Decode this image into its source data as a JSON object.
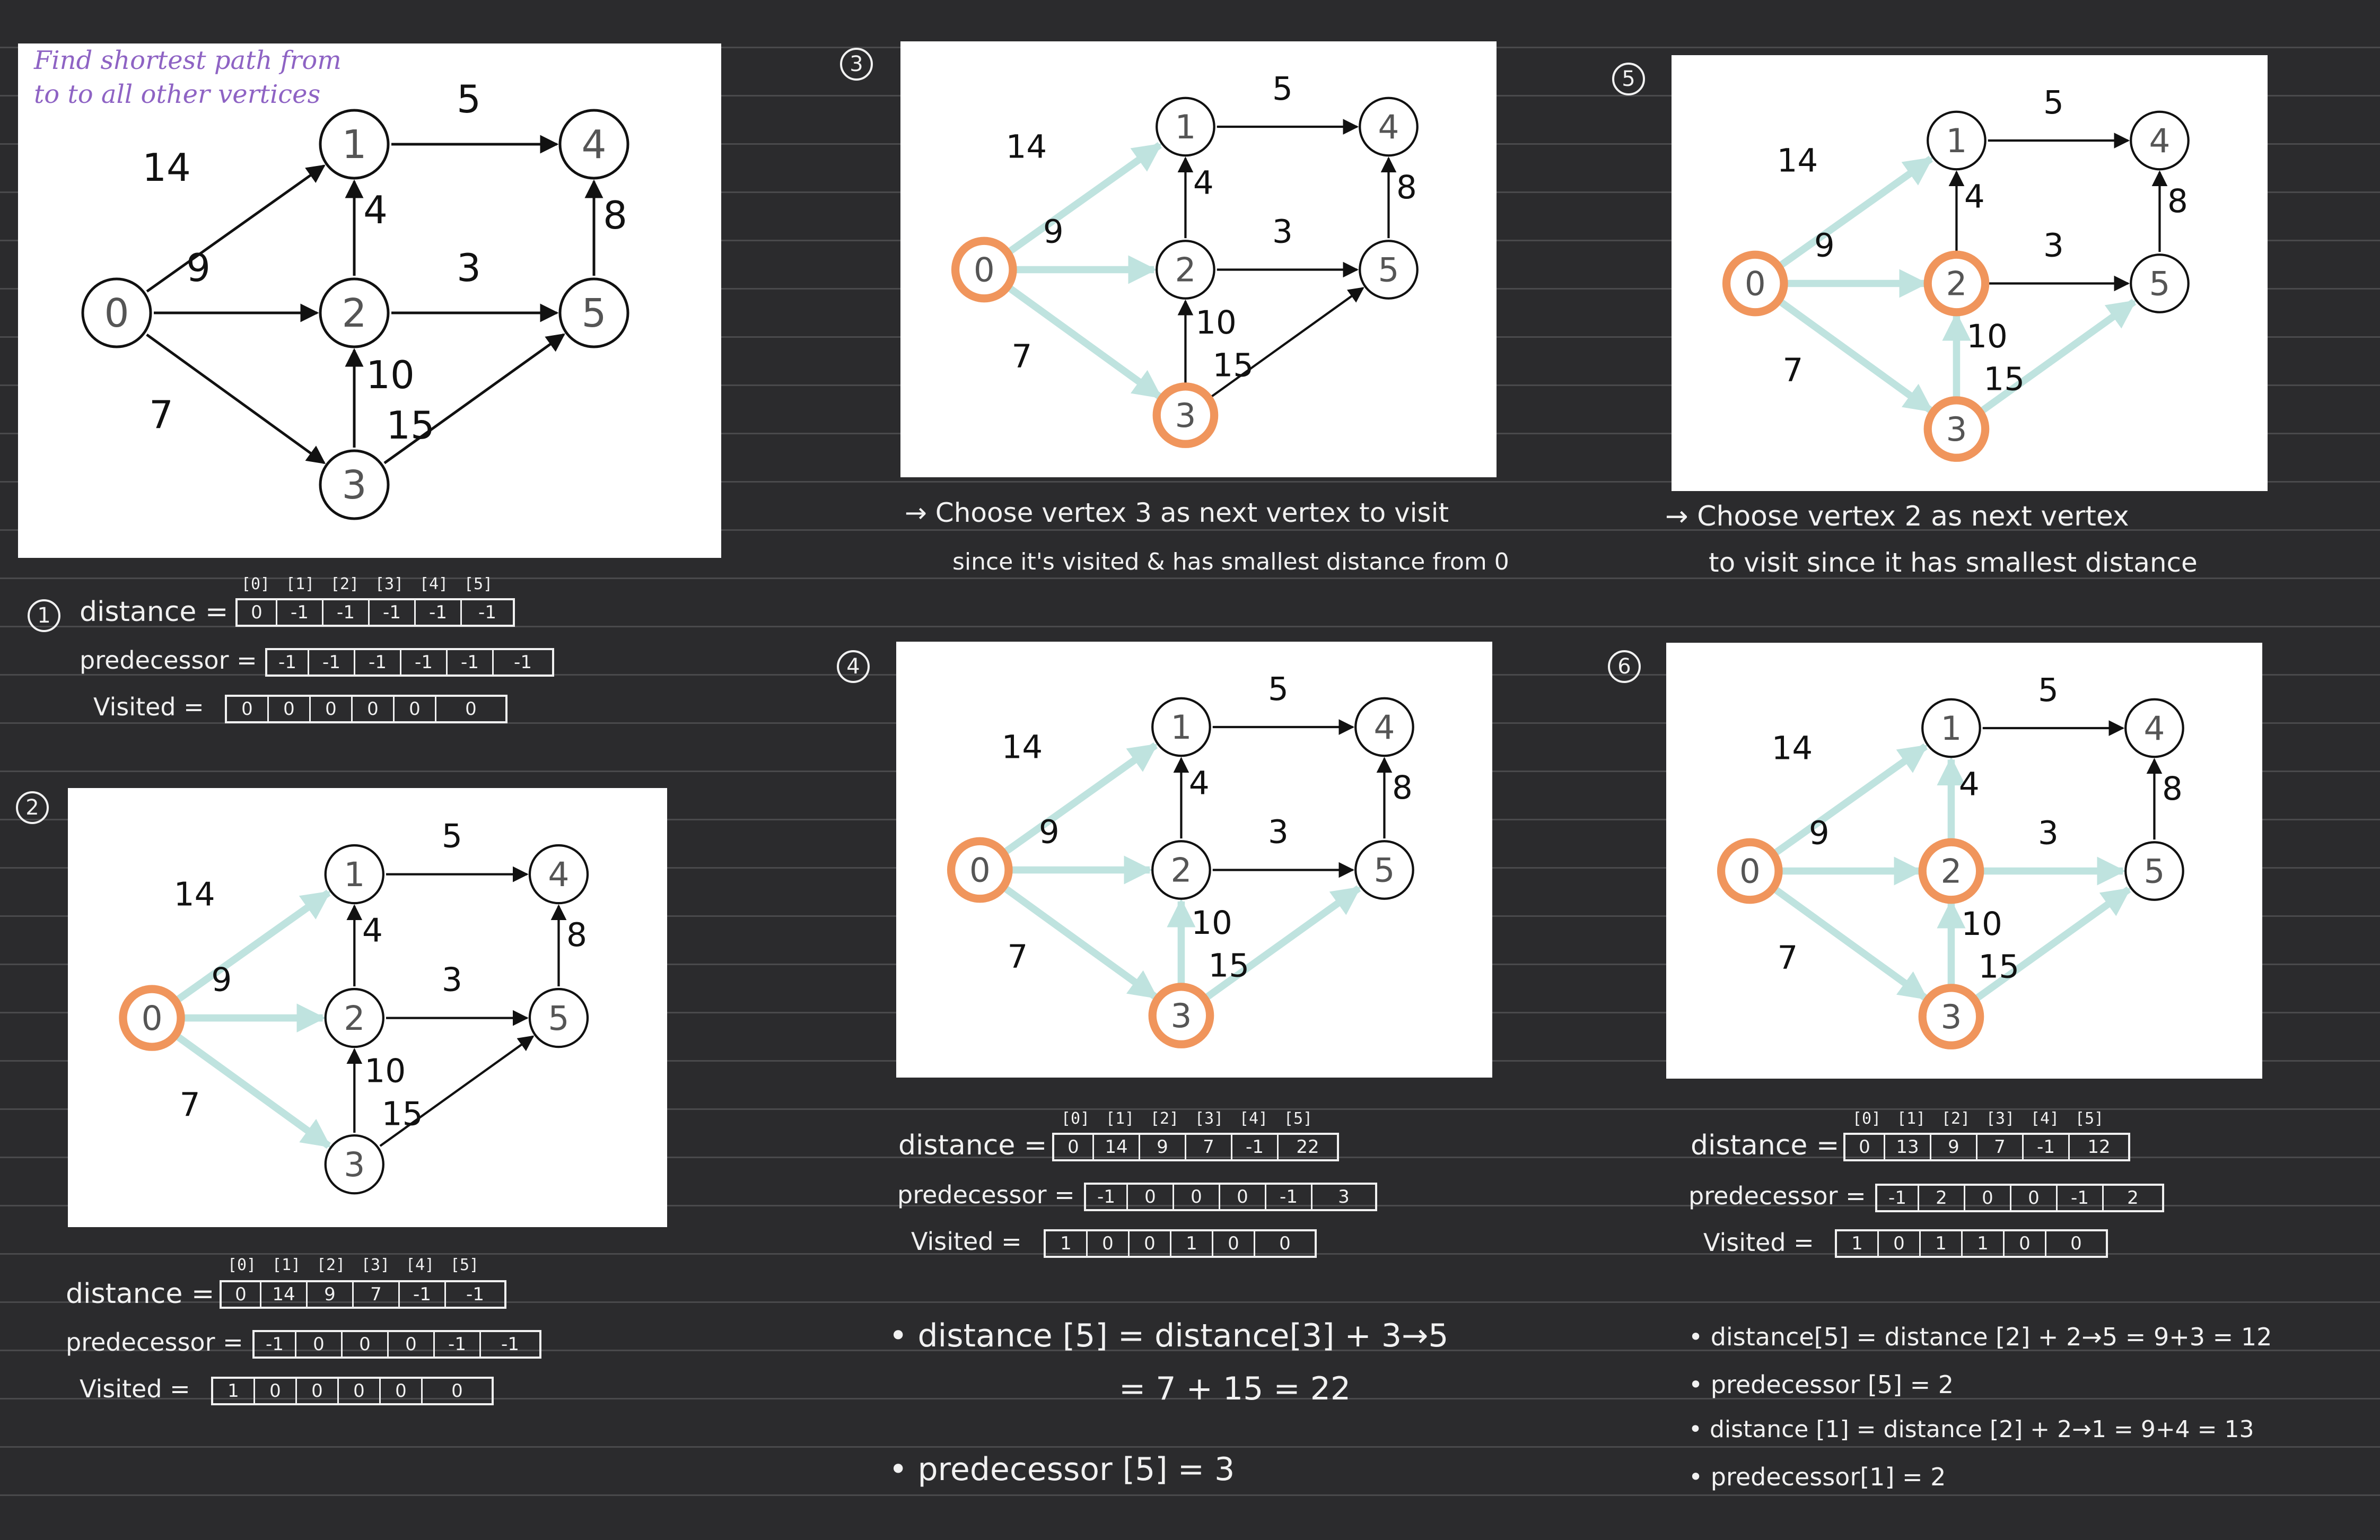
{
  "intro": {
    "line1": "Find shortest path from",
    "line2": "to to all other vertices"
  },
  "steps": {
    "s1": "1",
    "s2": "2",
    "s3": "3",
    "s4": "4",
    "s5": "5",
    "s6": "6"
  },
  "labels": {
    "distance": "distance =",
    "predecessor": "predecessor =",
    "visited": "Visited ="
  },
  "indices": [
    "[0]",
    "[1]",
    "[2]",
    "[3]",
    "[4]",
    "[5]"
  ],
  "tables": {
    "t1": {
      "distance": [
        "0",
        "-1",
        "-1",
        "-1",
        "-1",
        "-1"
      ],
      "predecessor": [
        "-1",
        "-1",
        "-1",
        "-1",
        "-1",
        "-1"
      ],
      "visited": [
        "0",
        "0",
        "0",
        "0",
        "0",
        "0"
      ]
    },
    "t2": {
      "distance": [
        "0",
        "14",
        "9",
        "7",
        "-1",
        "-1"
      ],
      "predecessor": [
        "-1",
        "0",
        "0",
        "0",
        "-1",
        "-1"
      ],
      "visited": [
        "1",
        "0",
        "0",
        "0",
        "0",
        "0"
      ]
    },
    "t4": {
      "distance": [
        "0",
        "14",
        "9",
        "7",
        "-1",
        "22"
      ],
      "predecessor": [
        "-1",
        "0",
        "0",
        "0",
        "-1",
        "3"
      ],
      "visited": [
        "1",
        "0",
        "0",
        "1",
        "0",
        "0"
      ]
    },
    "t6": {
      "distance": [
        "0",
        "13",
        "9",
        "7",
        "-1",
        "12"
      ],
      "predecessor": [
        "-1",
        "2",
        "0",
        "0",
        "-1",
        "2"
      ],
      "visited": [
        "1",
        "0",
        "1",
        "1",
        "0",
        "0"
      ]
    }
  },
  "notes": {
    "n3a": "→ Choose  vertex  3  as  next  vertex  to  visit",
    "n3b": "since  it's  visited & has  smallest  distance  from  0",
    "n5a": "→ Choose  vertex  2  as  next  vertex",
    "n5b": "to  visit  since  it  has  smallest  distance",
    "n4a": "•  distance [5] = distance[3]  +  3→5",
    "n4b": "= 7 + 15 = 22",
    "n4c": "•  predecessor [5] = 3",
    "n6a": "• distance[5] = distance [2] + 2→5 = 9+3 = 12",
    "n6b": "• predecessor [5] = 2",
    "n6c": "• distance [1] = distance [2]  +  2→1 = 9+4 = 13",
    "n6d": "• predecessor[1] = 2"
  },
  "graph": {
    "vertices": [
      "0",
      "1",
      "2",
      "3",
      "4",
      "5"
    ],
    "edges": [
      {
        "from": "0",
        "to": "1",
        "weight": "14"
      },
      {
        "from": "0",
        "to": "2",
        "weight": "9"
      },
      {
        "from": "0",
        "to": "3",
        "weight": "7"
      },
      {
        "from": "1",
        "to": "4",
        "weight": "5"
      },
      {
        "from": "2",
        "to": "1",
        "weight": "4"
      },
      {
        "from": "2",
        "to": "5",
        "weight": "3"
      },
      {
        "from": "3",
        "to": "2",
        "weight": "10"
      },
      {
        "from": "3",
        "to": "5",
        "weight": "15"
      },
      {
        "from": "5",
        "to": "4",
        "weight": "8"
      }
    ]
  },
  "panel_states": {
    "g1": {
      "highlight_nodes": [],
      "highlight_edges": []
    },
    "g2": {
      "highlight_nodes": [
        "0"
      ],
      "highlight_edges": [
        "0-1",
        "0-2",
        "0-3"
      ]
    },
    "g3": {
      "highlight_nodes": [
        "0",
        "3"
      ],
      "highlight_edges": [
        "0-1",
        "0-2",
        "0-3"
      ]
    },
    "g4": {
      "highlight_nodes": [
        "0",
        "3"
      ],
      "highlight_edges": [
        "0-1",
        "0-2",
        "0-3",
        "3-2",
        "3-5"
      ]
    },
    "g5": {
      "highlight_nodes": [
        "0",
        "2",
        "3"
      ],
      "highlight_edges": [
        "0-1",
        "0-2",
        "0-3",
        "3-2",
        "3-5"
      ]
    },
    "g6": {
      "highlight_nodes": [
        "0",
        "2",
        "3"
      ],
      "highlight_edges": [
        "0-1",
        "0-2",
        "0-3",
        "3-2",
        "3-5",
        "2-1",
        "2-5"
      ]
    }
  },
  "colors": {
    "background": "#2b2b2d",
    "ink": "#f1f1f1",
    "visited_node": "#f0955c",
    "highlight_edge": "#bfe3df",
    "note_purple": "#8e63c4"
  }
}
